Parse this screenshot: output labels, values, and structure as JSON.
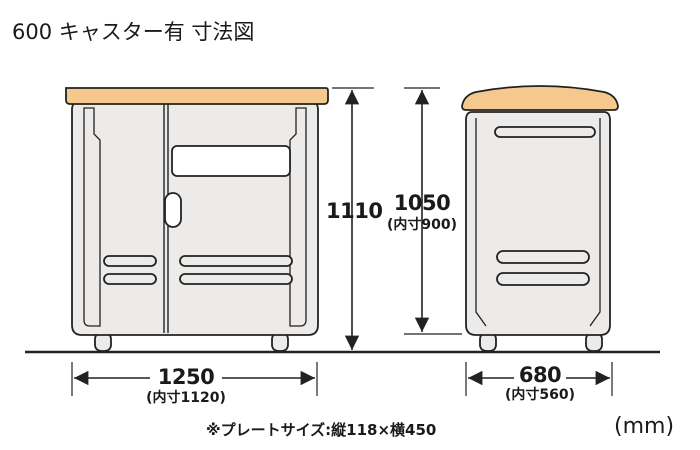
{
  "title": "600 キャスター有 寸法図",
  "dimensions": {
    "front_width": "1250",
    "front_width_inner": "(内寸1120)",
    "front_height": "1110",
    "side_height": "1050",
    "side_height_inner": "(内寸900)",
    "side_depth": "680",
    "side_depth_inner": "(内寸560)"
  },
  "note": "※プレートサイズ:縦118×横450",
  "unit": "(mm)",
  "colors": {
    "top_board": "#F5C88E",
    "body": "#EDEBE9",
    "outline": "#222222"
  }
}
